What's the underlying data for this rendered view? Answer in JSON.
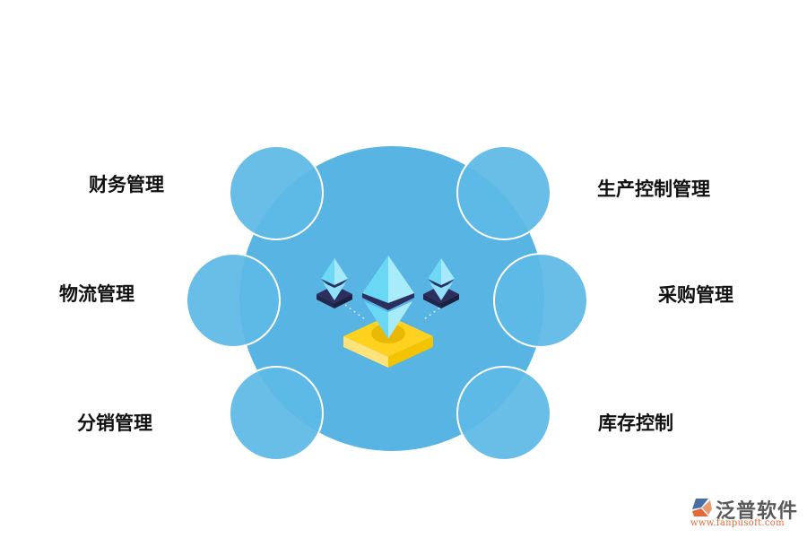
{
  "diagram": {
    "type": "hub-and-spoke",
    "center": {
      "icon": "ethereum-crystals-on-platform-icon",
      "colors": {
        "hub": "#57b4e3",
        "node": "#5eb9e6",
        "crystal": "#7ad9f5",
        "platform": "#ffd21f",
        "dark": "#2c2f5e"
      }
    },
    "nodes": [
      {
        "id": "finance",
        "label": "财务管理",
        "position": "top-left"
      },
      {
        "id": "production",
        "label": "生产控制管理",
        "position": "top-right"
      },
      {
        "id": "logistics",
        "label": "物流管理",
        "position": "middle-left"
      },
      {
        "id": "purchasing",
        "label": "采购管理",
        "position": "middle-right"
      },
      {
        "id": "distribution",
        "label": "分销管理",
        "position": "bottom-left"
      },
      {
        "id": "inventory",
        "label": "库存控制",
        "position": "bottom-right"
      }
    ]
  },
  "watermark": {
    "name": "泛普软件",
    "url": "www.fanpusoft.com"
  }
}
